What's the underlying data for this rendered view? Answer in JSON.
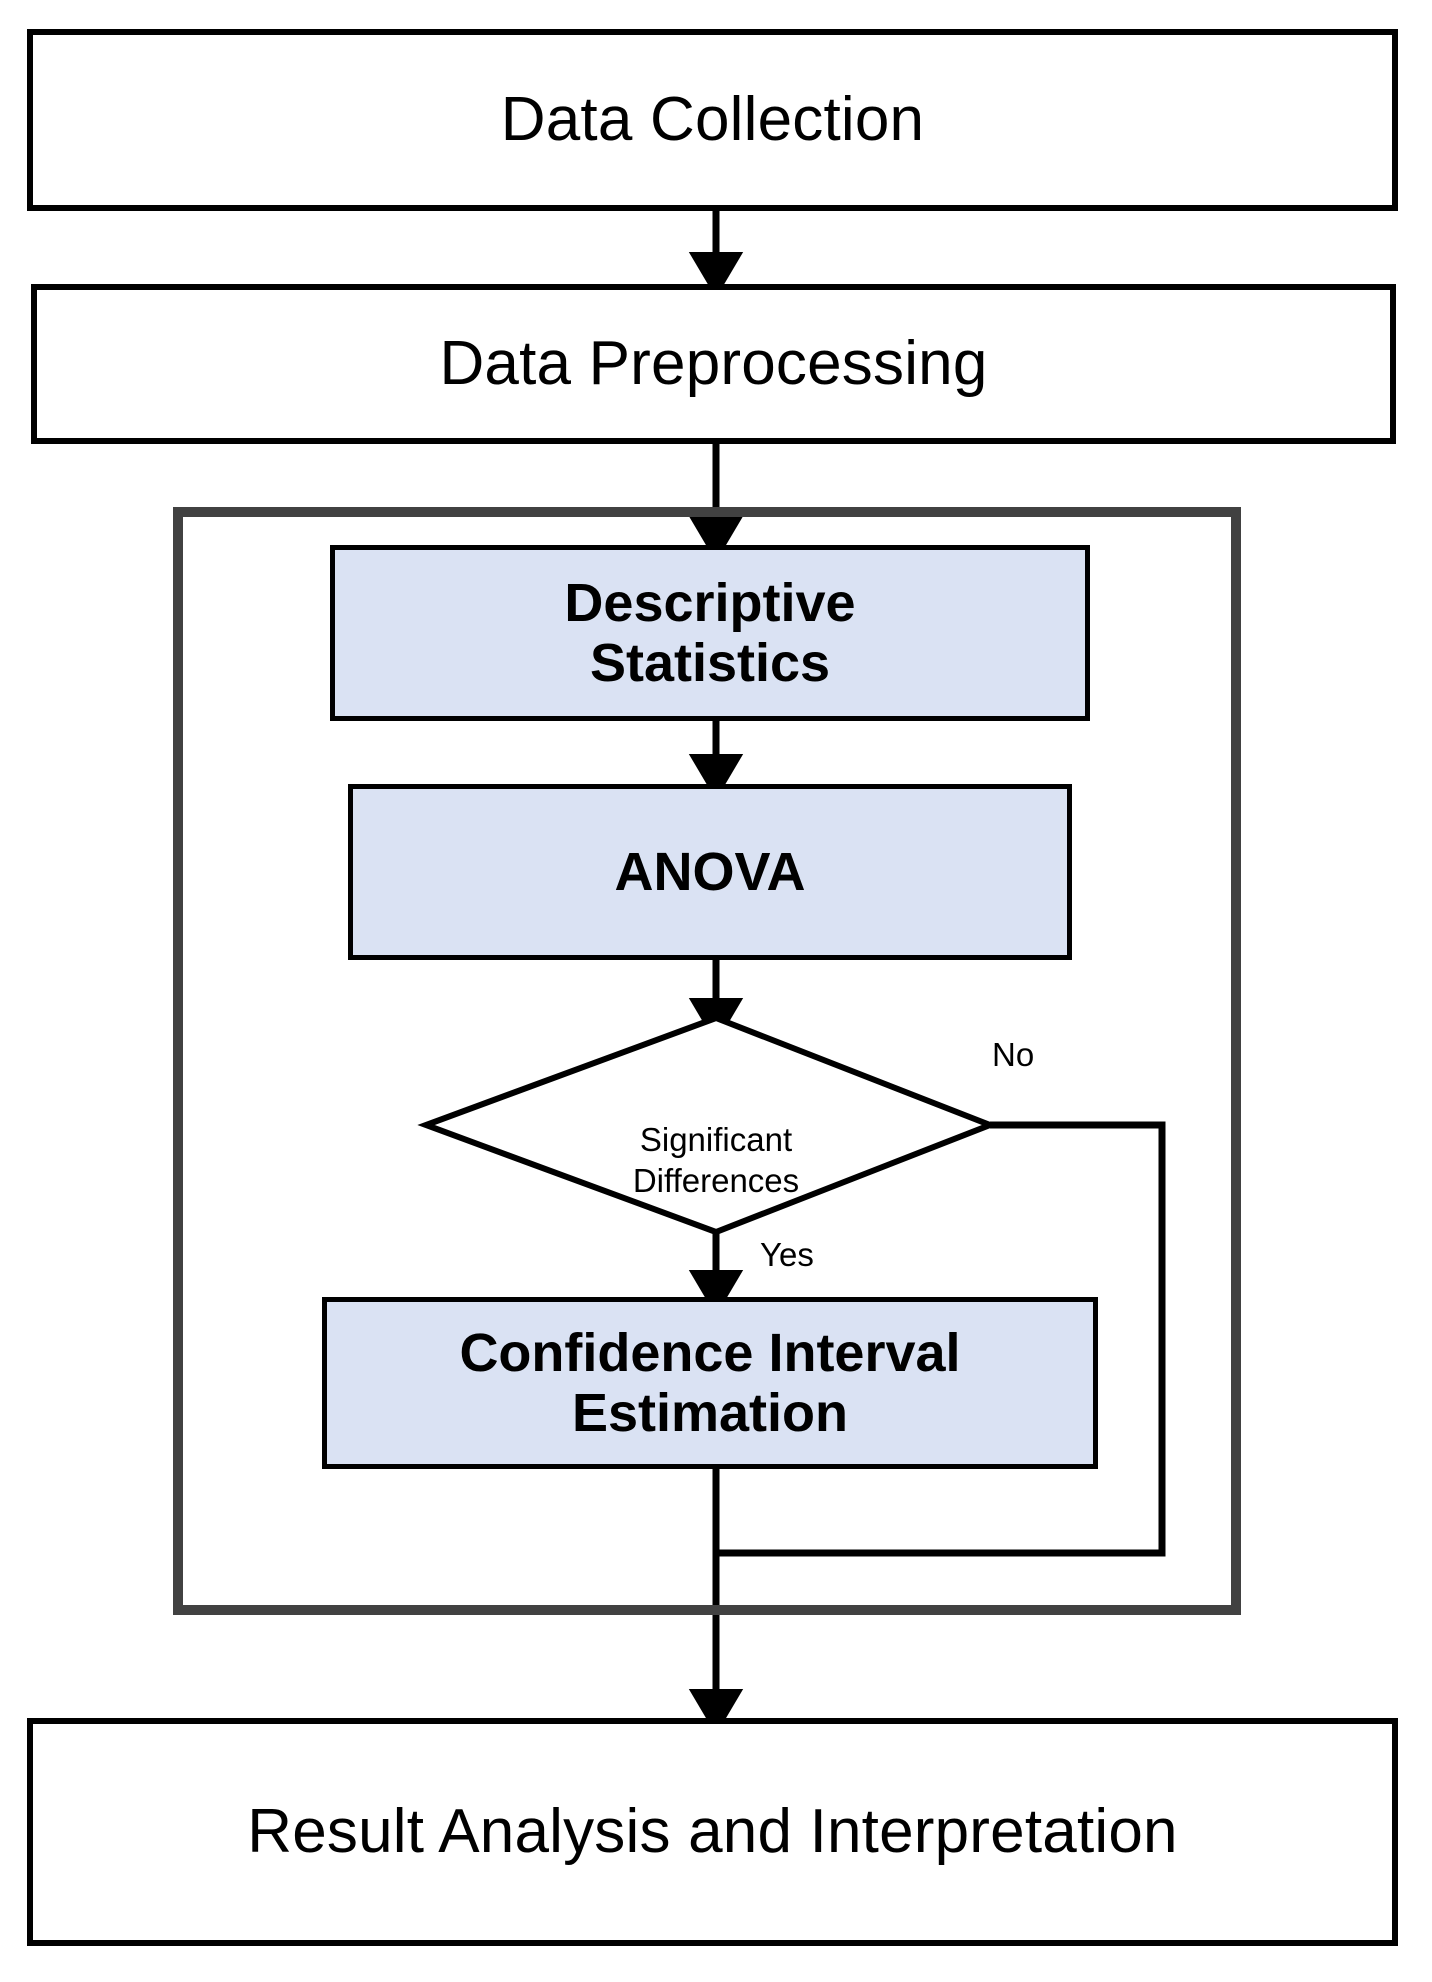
{
  "diagram": {
    "title_nodes": {
      "data_collection": "Data Collection",
      "data_preprocessing": "Data Preprocessing",
      "result_analysis": "Result Analysis and Interpretation"
    },
    "statistical_group": {
      "descriptive_statistics": "Descriptive\nStatistics",
      "anova": "ANOVA",
      "decision": "Significant\nDifferences",
      "confidence_interval": "Confidence Interval\nEstimation"
    },
    "edge_labels": {
      "no": "No",
      "yes": "Yes"
    },
    "colors": {
      "blue_fill": "#dae2f3",
      "node_border": "#000000",
      "group_border": "#414141",
      "background": "#ffffff",
      "text": "#000000"
    }
  },
  "chart_data": {
    "type": "table",
    "title": "Statistical Analysis Workflow Flowchart",
    "nodes": [
      {
        "id": "n1",
        "label": "Data Collection",
        "shape": "rectangle",
        "fill": "#ffffff"
      },
      {
        "id": "n2",
        "label": "Data Preprocessing",
        "shape": "rectangle",
        "fill": "#ffffff"
      },
      {
        "id": "g1",
        "label": "",
        "shape": "group",
        "fill": "none"
      },
      {
        "id": "n3",
        "label": "Descriptive Statistics",
        "shape": "rectangle",
        "fill": "#dae2f3"
      },
      {
        "id": "n4",
        "label": "ANOVA",
        "shape": "rectangle",
        "fill": "#dae2f3"
      },
      {
        "id": "d1",
        "label": "Significant Differences",
        "shape": "diamond",
        "fill": "#ffffff"
      },
      {
        "id": "n5",
        "label": "Confidence Interval Estimation",
        "shape": "rectangle",
        "fill": "#dae2f3"
      },
      {
        "id": "n6",
        "label": "Result Analysis and Interpretation",
        "shape": "rectangle",
        "fill": "#ffffff"
      }
    ],
    "edges": [
      {
        "from": "n1",
        "to": "n2",
        "label": ""
      },
      {
        "from": "n2",
        "to": "n3",
        "label": ""
      },
      {
        "from": "n3",
        "to": "n4",
        "label": ""
      },
      {
        "from": "n4",
        "to": "d1",
        "label": ""
      },
      {
        "from": "d1",
        "to": "n5",
        "label": "Yes"
      },
      {
        "from": "d1",
        "to": "n6",
        "label": "No"
      },
      {
        "from": "n5",
        "to": "n6",
        "label": ""
      }
    ]
  }
}
